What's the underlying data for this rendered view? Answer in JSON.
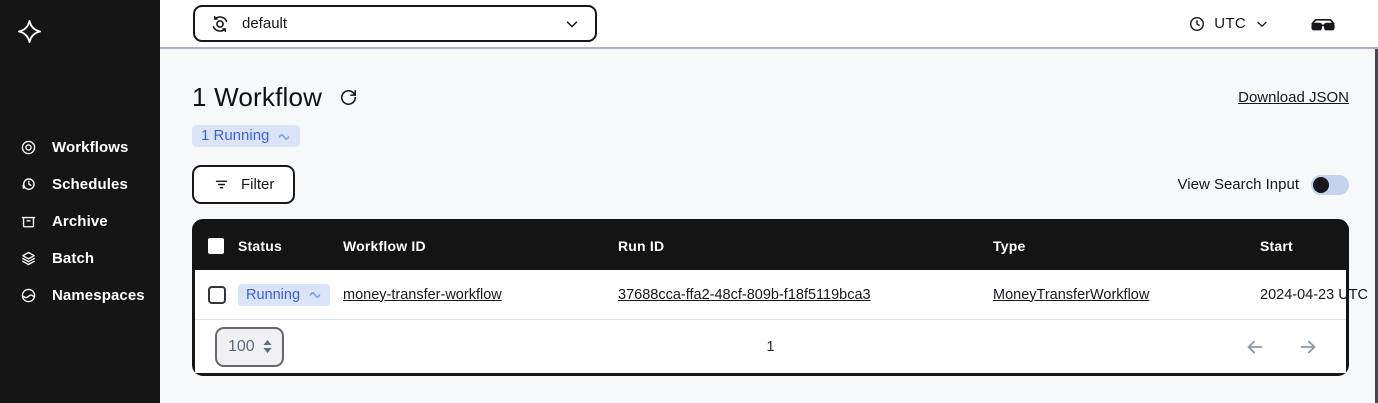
{
  "colors": {
    "sidebar_bg": "#151515",
    "table_header_bg": "#141414",
    "accent_blue": "#3e5fd9",
    "badge_bg": "#dbe3f9",
    "toggle_track": "#c5d3f1",
    "topbar_divider": "#a9b2c8",
    "content_bg": "#f7f8fa"
  },
  "sidebar": {
    "logo_icon": "temporal-logo",
    "items": [
      {
        "label": "Workflows",
        "icon": "workflows-target-icon"
      },
      {
        "label": "Schedules",
        "icon": "schedules-clock-icon"
      },
      {
        "label": "Archive",
        "icon": "archive-box-icon"
      },
      {
        "label": "Batch",
        "icon": "batch-layers-icon"
      }
    ],
    "bottom_item": {
      "label": "Namespaces",
      "icon": "namespaces-globe-icon"
    }
  },
  "topbar": {
    "namespace_selector": {
      "value": "default",
      "icon": "namespace-switcher-icon",
      "chevron": "chevron-down-icon"
    },
    "timezone": {
      "label": "UTC",
      "icon": "clock-icon",
      "chevron": "chevron-down-icon"
    },
    "labs": {
      "icon": "glasses-icon"
    }
  },
  "header": {
    "title": "1 Workflow",
    "refresh_icon": "refresh-icon",
    "download_label": "Download JSON"
  },
  "summary": {
    "running_badge": {
      "label": "1 Running",
      "icon": "pulse-icon"
    }
  },
  "toolbar": {
    "filter_label": "Filter",
    "filter_icon": "filter-lines-icon",
    "view_search_input_label": "View Search Input",
    "toggle_state": "off"
  },
  "table": {
    "columns": [
      "Status",
      "Workflow ID",
      "Run ID",
      "Type",
      "Start"
    ],
    "rows": [
      {
        "status": "Running",
        "workflow_id": "money-transfer-workflow",
        "run_id": "37688cca-ffa2-48cf-809b-f18f5119bca3",
        "type": "MoneyTransferWorkflow",
        "start": "2024-04-23 UTC"
      }
    ]
  },
  "pagination": {
    "page_size": "100",
    "current_page": "1"
  }
}
